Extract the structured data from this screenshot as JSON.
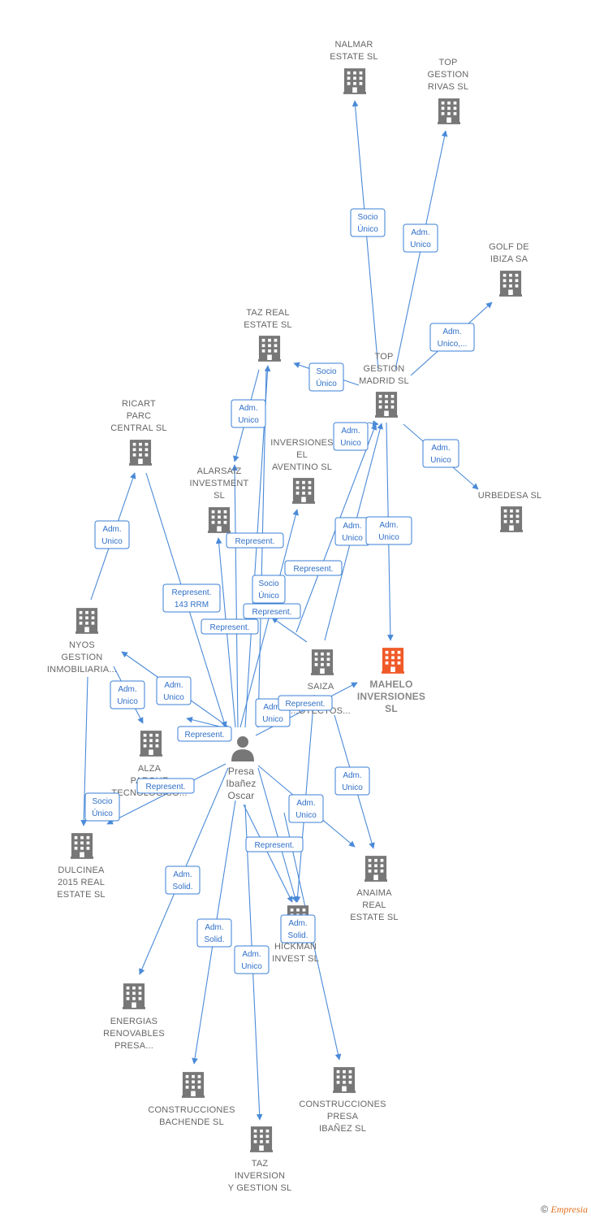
{
  "colors": {
    "edge": "#4a8ad8",
    "building": "#777777",
    "focus_building": "#f05a28",
    "label": "#666666",
    "edge_label": "#2f6fc8"
  },
  "person": {
    "lines": [
      "Presa",
      "Ibañez",
      "Oscar"
    ],
    "icon": "person-icon"
  },
  "nodes": [
    {
      "id": "nalmar",
      "lines": [
        "NALMAR",
        "ESTATE  SL"
      ]
    },
    {
      "id": "top_rivas",
      "lines": [
        "TOP",
        "GESTION",
        "RIVAS  SL"
      ]
    },
    {
      "id": "golf",
      "lines": [
        "GOLF DE",
        "IBIZA SA"
      ]
    },
    {
      "id": "taz_real",
      "lines": [
        "TAZ REAL",
        "ESTATE  SL"
      ]
    },
    {
      "id": "top_madrid",
      "lines": [
        "TOP",
        "GESTION",
        "MADRID  SL"
      ]
    },
    {
      "id": "ricart",
      "lines": [
        "RICART",
        "PARC",
        "CENTRAL SL"
      ]
    },
    {
      "id": "aventino",
      "lines": [
        "INVERSIONES",
        "EL",
        "AVENTINO  SL"
      ]
    },
    {
      "id": "alarsaiz",
      "lines": [
        "ALARSAIZ",
        "INVESTMENT",
        "SL"
      ]
    },
    {
      "id": "urbedesa",
      "lines": [
        "URBEDESA SL"
      ]
    },
    {
      "id": "nyos",
      "lines": [
        "NYOS",
        "GESTION",
        "INMOBILIARIA..."
      ]
    },
    {
      "id": "saiza",
      "lines": [
        "SAIZA",
        "Y",
        "...OTECTOS..."
      ]
    },
    {
      "id": "mahelo",
      "lines": [
        "MAHELO",
        "INVERSIONES",
        "SL"
      ],
      "focus": true
    },
    {
      "id": "alza",
      "lines": [
        "ALZA",
        "PARQUE",
        "TECNOLOGICO..."
      ]
    },
    {
      "id": "dulcinea",
      "lines": [
        "DULCINEA",
        "2015 REAL",
        "ESTATE  SL"
      ]
    },
    {
      "id": "anaima",
      "lines": [
        "ANAIMA",
        "REAL",
        "ESTATE  SL"
      ]
    },
    {
      "id": "hickman",
      "lines": [
        "HICKMAN",
        "INVEST  SL"
      ]
    },
    {
      "id": "energias",
      "lines": [
        "ENERGIAS",
        "RENOVABLES",
        "PRESA..."
      ]
    },
    {
      "id": "bachende",
      "lines": [
        "CONSTRUCCIONES",
        "BACHENDE SL"
      ]
    },
    {
      "id": "presa_ibanez",
      "lines": [
        "CONSTRUCCIONES",
        "PRESA",
        "IBAÑEZ SL"
      ]
    },
    {
      "id": "taz_inversion",
      "lines": [
        "TAZ",
        "INVERSION",
        "Y GESTION  SL"
      ]
    }
  ],
  "edge_labels": [
    {
      "id": "l1",
      "lines": [
        "Socio",
        "Único"
      ]
    },
    {
      "id": "l2",
      "lines": [
        "Adm.",
        "Unico"
      ]
    },
    {
      "id": "l3",
      "lines": [
        "Adm.",
        "Unico,..."
      ]
    },
    {
      "id": "l4",
      "lines": [
        "Socio",
        "Único"
      ]
    },
    {
      "id": "l5",
      "lines": [
        "Adm.",
        "Unico"
      ]
    },
    {
      "id": "l6",
      "lines": [
        "Adm.",
        "Unico"
      ]
    },
    {
      "id": "l7",
      "lines": [
        "Adm.",
        "Unico"
      ]
    },
    {
      "id": "l8",
      "lines": [
        "Adm.",
        "Unico"
      ]
    },
    {
      "id": "l9",
      "lines": [
        "Adm.",
        "Unico"
      ]
    },
    {
      "id": "l10",
      "lines": [
        "Adm.",
        "Unico,..."
      ]
    },
    {
      "id": "l11",
      "lines": [
        "Represent."
      ]
    },
    {
      "id": "l12",
      "lines": [
        "Represent."
      ]
    },
    {
      "id": "l13",
      "lines": [
        "Socio",
        "Único"
      ]
    },
    {
      "id": "l14",
      "lines": [
        "Represent.",
        "143 RRM"
      ]
    },
    {
      "id": "l15",
      "lines": [
        "Represent."
      ]
    },
    {
      "id": "l16",
      "lines": [
        "Represent."
      ]
    },
    {
      "id": "l17",
      "lines": [
        "Adm.",
        "Unico"
      ]
    },
    {
      "id": "l18",
      "lines": [
        "Adm.",
        "Unico"
      ]
    },
    {
      "id": "l19",
      "lines": [
        "Represent."
      ]
    },
    {
      "id": "l20",
      "lines": [
        "Adm.",
        "Unico"
      ]
    },
    {
      "id": "l21",
      "lines": [
        "Represent."
      ]
    },
    {
      "id": "l22",
      "lines": [
        "Adm.",
        "Unico"
      ]
    },
    {
      "id": "l23",
      "lines": [
        "Socio",
        "Único"
      ]
    },
    {
      "id": "l24",
      "lines": [
        "Represent."
      ]
    },
    {
      "id": "l25",
      "lines": [
        "Adm.",
        "Unico"
      ]
    },
    {
      "id": "l26",
      "lines": [
        "Adm.",
        "Unico"
      ]
    },
    {
      "id": "l27",
      "lines": [
        "Represent."
      ]
    },
    {
      "id": "l28",
      "lines": [
        "Adm.",
        "Solid."
      ]
    },
    {
      "id": "l29",
      "lines": [
        "Adm.",
        "Solid."
      ]
    },
    {
      "id": "l30",
      "lines": [
        "Adm.",
        "Solid."
      ]
    },
    {
      "id": "l31",
      "lines": [
        "Adm.",
        "Unico"
      ]
    }
  ],
  "footer": {
    "copyright": "©",
    "brand": "Empresia"
  }
}
